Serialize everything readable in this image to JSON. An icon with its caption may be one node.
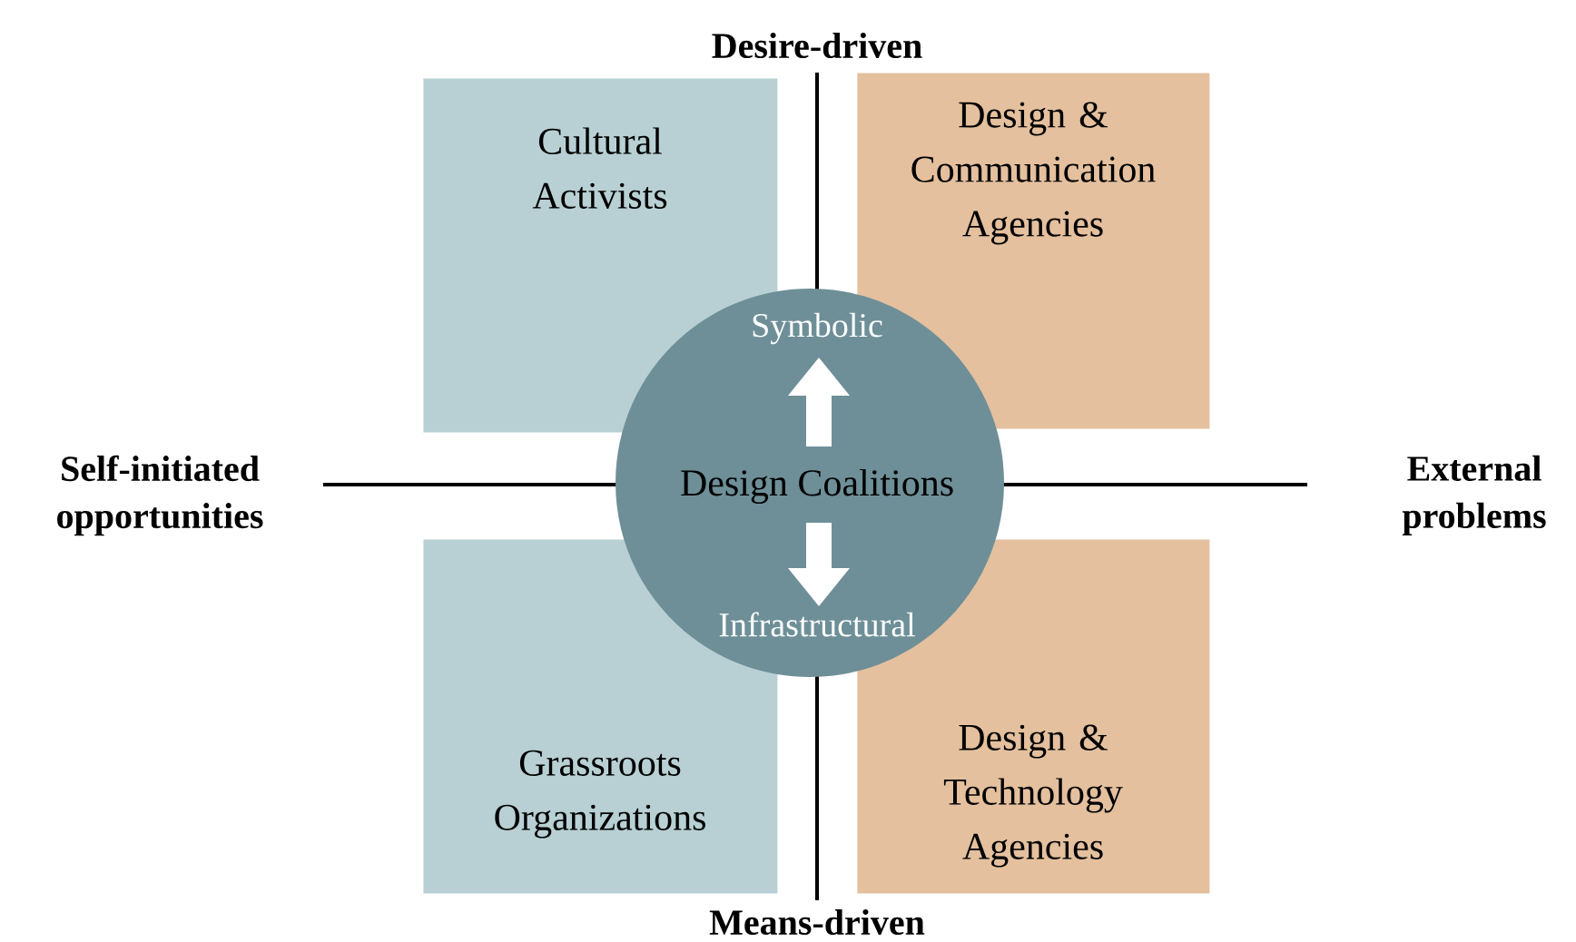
{
  "diagram": {
    "nodes": [
      {
        "text": [
          "Cultural Activists"
        ]
      },
      {
        "text": [
          "Design & Communication Agencies"
        ]
      },
      {
        "text": [
          "Symbolic",
          "Design Coalitions",
          "Infrastructural"
        ]
      },
      {
        "text": [
          "Grassroots Organizations"
        ]
      },
      {
        "text": [
          "Design & Technology Agencies"
        ]
      }
    ],
    "labels": [
      "Desire-driven",
      "Self-initiated opportunities",
      "External problems",
      "Means-driven"
    ]
  }
}
